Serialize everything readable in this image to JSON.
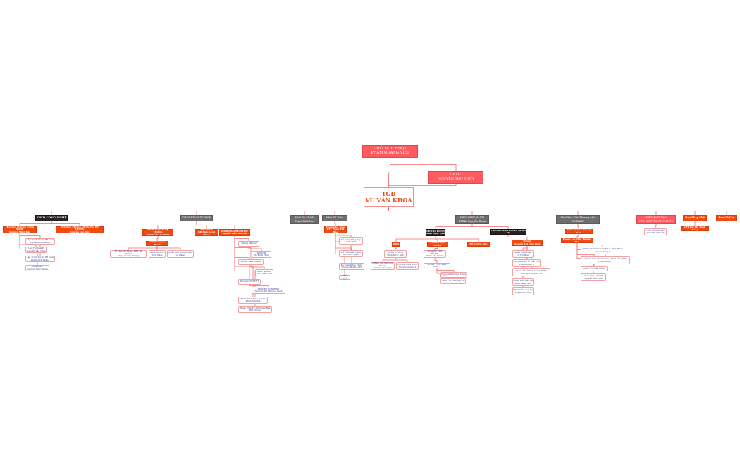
{
  "diagram": {
    "nodes": {
      "ceo": "CHỦ TỊCH HĐQT\nPHẠM QUANG VIỆT",
      "vice": "PHÓ CT\nNGUYỄN THU THỦY",
      "gd": "TGĐ\nVŨ VĂN KHOA",
      "b1": "KHỐI CÔNG NGHỆ",
      "b2": "KHỐI KINH DOANH",
      "b3": "Khối Tài Chính\nPhạm Tài Nhân",
      "b4": "Khối Kế Toán",
      "b5": "KHỐI ĐIỀU HÀNH\nPTĐK: Nguyễn Thơm",
      "b6": "Khối Xúc Tiến Thương Mại\nGĐ RABU",
      "b7": "KHỐI ĐÀO TẠO\nPCT: NGUYỄN THU THỦY",
      "b8": "Ban Pháp Chế",
      "b9": "Ban Cố Vấn",
      "t1a": "TRƯỞNG PHÒNG CÔNG NGHỆ\nNguyễn Minh Đức",
      "t1b": "TRƯỞNG PHÒNG QUẢN TRỊ HT THỐNG\nNguyễn Văn Đức",
      "l1a": "Lập Trình Lỗi Sẽ Bổ Gầm\nNguyễn Văn Dũng",
      "l1b": "Lập Trình APP\nNguyễn Văn Nam",
      "l1c": "Lập Trình Lỗi Sẽ Bổ Gầm\nPhạm Anh Thắng",
      "l1d": "Chăm Sổ\nNguyễn Quốc Quân",
      "t2a": "KINH DOANH HỆ THỐNG\nTGĐ VŨ VĂN KHOA",
      "t2b": "PRODUCT\nGĐ Đinh Long Hùng",
      "t2c": "KINH DOANH ONLINE\nNguyễn Bảo Anh Đức",
      "t2a1": "KTK3:Nguyễn Thơm",
      "l2a": "Tổ chức Sự Kiện - ĐBT Hệ Thống\nĐặng Quang Đường",
      "l2b": "SALE ADMIN\nThu Trâm",
      "l2c": "Quản Khu Kinh Doanh\nLê Hằng",
      "l2d": "Phòng MKOnl",
      "l2e": "DESIGN\nHồ Đình Thủy",
      "l2f": "Phòng Kinh Doanh",
      "l2g": "SALE ADMIN\nBùi Ngân Hoa",
      "l2h": "Phòng CONTENT",
      "l2i": "LEADER CONTENT\nNguyễn Thị Phương Xanh",
      "l2j": "Nhân Viên Kinh Doanh\nPhạm Văn Hà",
      "l2k": "Nhân Viên Kỹ LT/Nhiều Ban\nMai Hương",
      "t4a": "Trưởng Kế Toán\nKTT Phạm Thị Hảo",
      "l4a": "Kế Toán Tổng Hợp\nLê Thu Hiền",
      "l4b": "Kế Toán Bán Hàng\nĐào Bích Ngân",
      "l4c": "Kế Toán Nhập Hàng\nTrương Hoàng Anh",
      "l4d": "THỦ QUỸ",
      "t5a": "GĐ VẬN HÀNH\nĐinh Ngọc Quế",
      "t5b": "PHÒNG HÀNH CHÍNH NHÂN SỰ",
      "t5c": "KHO",
      "t5d": "PHÒNG VẬN HÀNH",
      "t5e": "BỘ CHĂM SÓC",
      "t5f": "Trưởng\nNguyễn Thị Diệu Linh",
      "l5a": "QUẢN LÝ KHO\nĐinh Ngọc Anh",
      "l5b": "LEADER VẬN HÀNH\nPhạm Thị Dương",
      "l5c": "NHÂN VIÊN ĐÓNG HÀNG\nTrương Quang 1",
      "l5d": "NHÂN VIÊN KHO\nTrương Quang 2",
      "l5e": "NHÂN VIÊN VẬN HÀNH",
      "l5f": "Nguyễn Phương Hoàng",
      "l5g": "Trần Thị Phương Hoa",
      "l5h": "Nhân Viên Pháp\nLê Thị Hiền",
      "l5i": "Chuyên Viên Tổ Bảo Cao\nTuyển dụng 1",
      "l5j": "Nhân Viên Hành Chính & Bảo\nTrương Thị Minh Cù",
      "l5k": "Nhân Viên Bảo Vệ\nNgô Hoàng Anh",
      "l5l": "Nhân Viên Tạp Vụ\nPhạm Thị Linh",
      "t6a": "TLĐ: Nguyễn Quang Toàn",
      "t6b": "Phòng Xúc Tiến Thương Mại",
      "l6a": "NV Xúc Tiến Thương Mại - Phát Hàng\nTuyển dụng 1",
      "l6b": "Nghiên Cứu Thị Trường - Khối Sản Phẩm\nTuyển dụng 2",
      "l6c": "Phân Tích Sản Phẩm",
      "l6d": "Nhân Viên ADMIN\nNguyễn Thu Thảo",
      "l7a": "Tiếp Cổ Mạc Sao\nNGỌ THỊ THU HÀ",
      "l8a": "CTT Bùi Thị Minh Hằng"
    }
  }
}
